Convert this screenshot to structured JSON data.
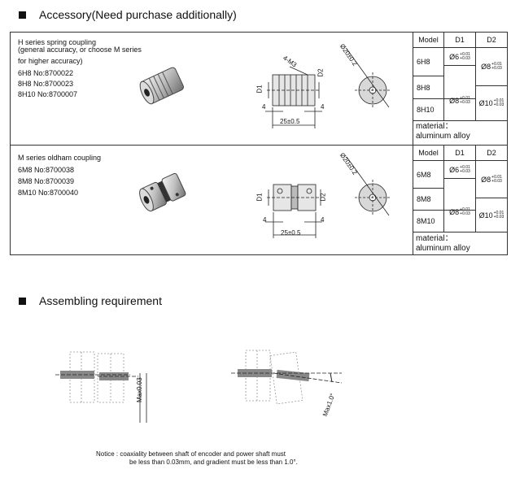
{
  "section1": {
    "title": "Accessory(Need purchase additionally)"
  },
  "h_series": {
    "desc": [
      "H series spring coupling",
      "(general accuracy, or choose M series",
      "for higher accuracy)"
    ],
    "models": [
      "6H8    No:8700022",
      "8H8    No:8700023",
      "8H10   No:8700007"
    ],
    "drawing": {
      "d1": "D1",
      "d2": "D2",
      "screw": "4-M3",
      "dia": "Ø20±0.2",
      "w4a": "4",
      "w4b": "4",
      "len": "25±0.5"
    },
    "table": {
      "headers": [
        "Model",
        "D1",
        "D2"
      ],
      "rows": [
        {
          "model": "6H8"
        },
        {
          "model": "8H8"
        },
        {
          "model": "8H10"
        }
      ],
      "d1_a": {
        "base": "Ø6",
        "tol_up": "+0.01",
        "tol_dn": "+0.03"
      },
      "d1_b": {
        "base": "Ø8",
        "tol_up": "+0.01",
        "tol_dn": "+0.03"
      },
      "d2_a": {
        "base": "Ø8",
        "tol_up": "+0.01",
        "tol_dn": "+0.03"
      },
      "d2_b": {
        "base": "Ø10",
        "tol_up": "+0.01",
        "tol_dn": "+0.03"
      },
      "material_label": "material：",
      "material_value": "aluminum alloy"
    }
  },
  "m_series": {
    "desc": [
      "M series oldham coupling"
    ],
    "models": [
      "6M8    No:8700038",
      "8M8    No:8700039",
      "8M10   No:8700040"
    ],
    "drawing": {
      "d1": "D1",
      "d2": "D2",
      "dia": "Ø20±0.2",
      "w4a": "4",
      "w4b": "4",
      "len": "25±0.5"
    },
    "table": {
      "headers": [
        "Model",
        "D1",
        "D2"
      ],
      "rows": [
        {
          "model": "6M8"
        },
        {
          "model": "8M8"
        },
        {
          "model": "8M10"
        }
      ],
      "d1_a": {
        "base": "Ø6",
        "tol_up": "+0.01",
        "tol_dn": "+0.03"
      },
      "d1_b": {
        "base": "Ø8",
        "tol_up": "+0.01",
        "tol_dn": "+0.03"
      },
      "d2_a": {
        "base": "Ø8",
        "tol_up": "+0.01",
        "tol_dn": "+0.03"
      },
      "d2_b": {
        "base": "Ø10",
        "tol_up": "+0.01",
        "tol_dn": "+0.03"
      },
      "material_label": "material：",
      "material_value": "aluminum alloy"
    }
  },
  "section2": {
    "title": "Assembling requirement"
  },
  "assembly": {
    "max_offset": "Max0.03",
    "max_angle": "Max1.0°"
  },
  "notice": {
    "line1": "Notice : coaxiality between shaft of encoder and power shaft must",
    "line2": "be less than 0.03mm, and gradient must be less than 1.0°."
  }
}
